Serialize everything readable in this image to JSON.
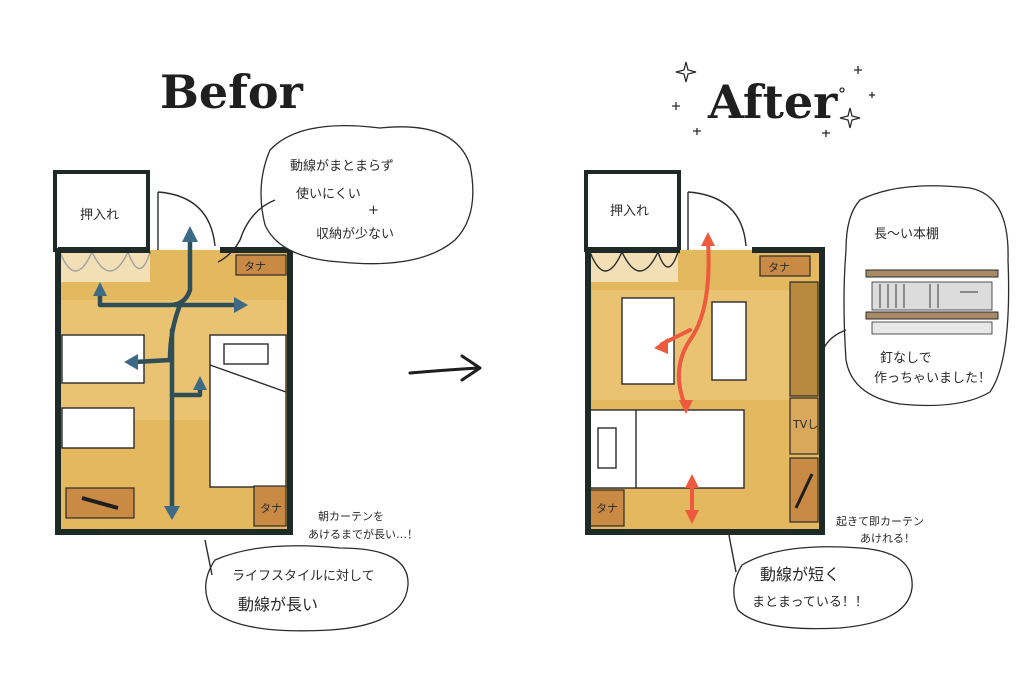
{
  "before": {
    "title": "Befor",
    "closet_label": "押入れ",
    "shelf_top": "タナ",
    "shelf_bottom": "タナ",
    "bubble_top": [
      "動線がまとまらず",
      "使いにくい",
      "+",
      "収納が少ない"
    ],
    "note_curtain": [
      "朝カーテンを",
      "あけるまでが長い…！"
    ],
    "bubble_bottom": [
      "ライフスタイルに対して",
      "動線が長い"
    ]
  },
  "after": {
    "title": "After",
    "closet_label": "押入れ",
    "shelf_top": "タナ",
    "shelf_bottom": "タナ",
    "side_label": "TVし",
    "bubble_top": [
      "長〜い本棚",
      "釘なしで",
      "作っちゃいました！"
    ],
    "note_curtain": [
      "起きて即カーテン",
      "あけれる！"
    ],
    "bubble_bottom": [
      "動線が短く",
      "まとまっている！！"
    ]
  },
  "colors": {
    "floor": "#e3b85e",
    "wall": "#1e2a28",
    "before_arrow": "#2f4e55",
    "after_arrow": "#ee5a3e"
  }
}
